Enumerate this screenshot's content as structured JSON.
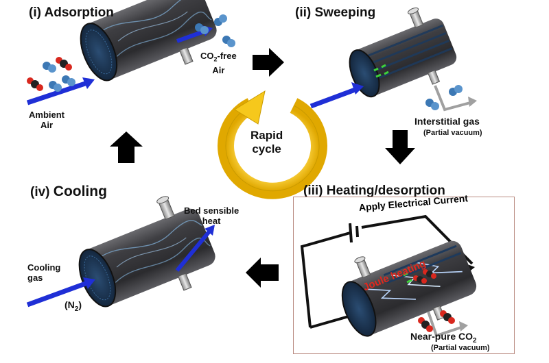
{
  "stages": {
    "adsorption": {
      "title": "(i) Adsorption",
      "inlet_label": "Ambient\nAir",
      "outlet_prefix": "CO",
      "outlet_sub": "2",
      "outlet_rest": "-free",
      "outlet_line2": "Air"
    },
    "sweeping": {
      "title": "(ii) Sweeping",
      "outlet_label": "Interstitial gas",
      "outlet_note": "(Partial vacuum)"
    },
    "heating": {
      "title": "(iii) Heating/desorption",
      "circuit_label": "Apply Electrical Current",
      "heating_label": "Joule heating",
      "outlet_prefix": "Near-pure CO",
      "outlet_sub": "2",
      "outlet_note": "(Partial vacuum)"
    },
    "cooling": {
      "title_prefix": "(iv)",
      "title_word": "Cooling",
      "outlet_label": "Bed sensible\nheat",
      "inlet_label": "Cooling\ngas",
      "inlet_species_prefix": "(N",
      "inlet_species_sub": "2",
      "inlet_species_suffix": ")"
    }
  },
  "cycle": {
    "label": "Rapid\ncycle"
  },
  "colors": {
    "flow_arrow": "#1f2fd6",
    "exhaust_arrow": "#a0a0a0",
    "cycle_ring": "#f6c81c",
    "process_arrow": "#000000",
    "frame_border": "#b98a80",
    "joule_text": "#e0281f",
    "tube_body": "#3d3d40",
    "fiber": "#1e3a5c",
    "co2_carbon": "#222222",
    "co2_oxygen": "#d8281e",
    "n2_molecule": "#3c78b4",
    "sorbate": "#3fd23a"
  }
}
